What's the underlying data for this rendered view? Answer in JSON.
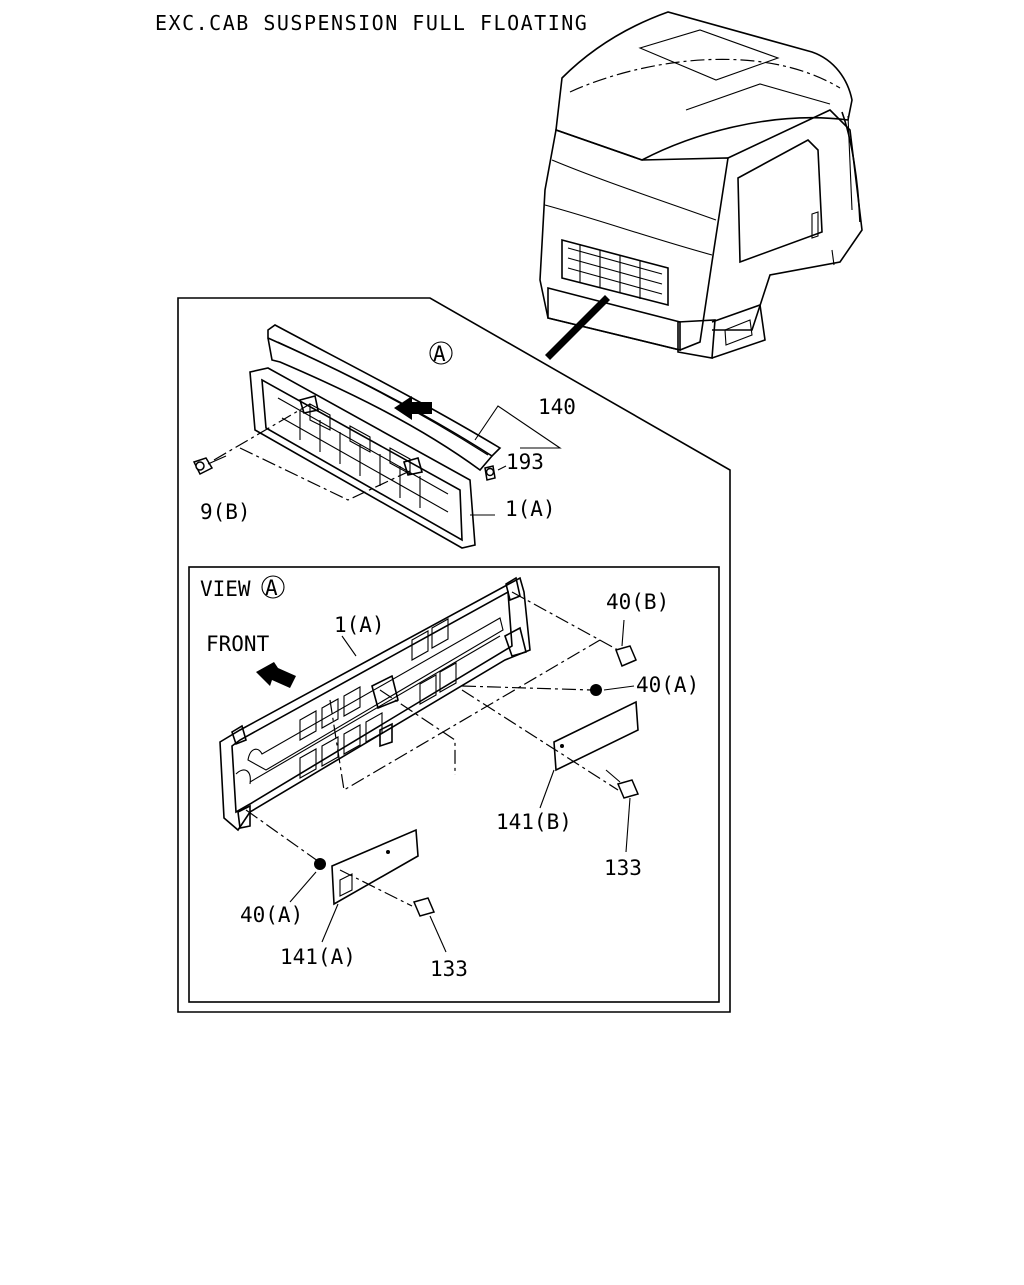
{
  "title": "EXC.CAB SUSPENSION FULL FLOATING",
  "view_marker": "A",
  "view_label": "VIEW",
  "front_label": "FRONT",
  "callouts": {
    "p140": "140",
    "p193": "193",
    "p9b": "9(B)",
    "p1a_top": "1(A)",
    "p1a_view": "1(A)",
    "p40b": "40(B)",
    "p40a_right": "40(A)",
    "p40a_left": "40(A)",
    "p141b": "141(B)",
    "p141a": "141(A)",
    "p133_right": "133",
    "p133_left": "133"
  }
}
